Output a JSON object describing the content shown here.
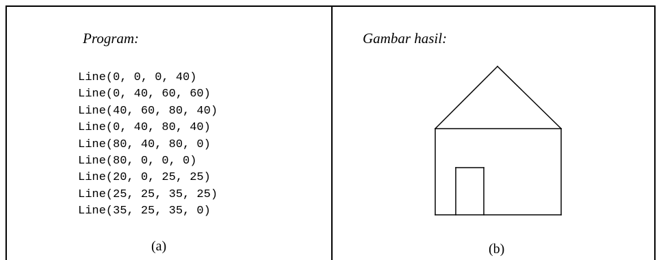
{
  "program": {
    "heading": "Program:",
    "code_lines": [
      "Line(0, 0, 0, 40)",
      "Line(0, 40, 60, 60)",
      "Line(40, 60, 80, 40)",
      "Line(0, 40, 80, 40)",
      "Line(80, 40, 80, 0)",
      "Line(80, 0, 0, 0)",
      "Line(20, 0, 25, 25)",
      "Line(25, 25, 35, 25)",
      "Line(35, 25, 35, 0)"
    ],
    "caption": "(a)"
  },
  "result": {
    "heading": "Gambar hasil:",
    "caption": "(b)"
  }
}
